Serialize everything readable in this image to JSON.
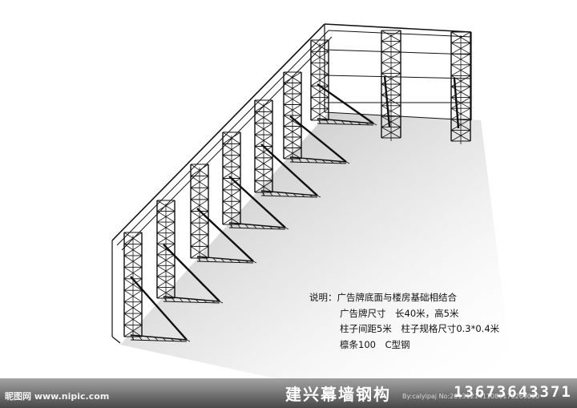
{
  "description": {
    "heading": "说明：广告牌底面与楼房基础相结合",
    "size": "广告牌尺寸　长40米，高5米",
    "column": "柱子间距5米　柱子规格尺寸0.3*0.4米",
    "purlin": "檩条100　C型钢"
  },
  "watermark": {
    "site": "昵图网 www.nipic.com",
    "company": "建兴幕墙钢构",
    "image_id": "By:calyipaj No:2013121411080170260000",
    "phone": "13673643371"
  },
  "colors": {
    "line": "#111111",
    "ground_shadow": "#bdbdbd",
    "background": "#ffffff"
  }
}
